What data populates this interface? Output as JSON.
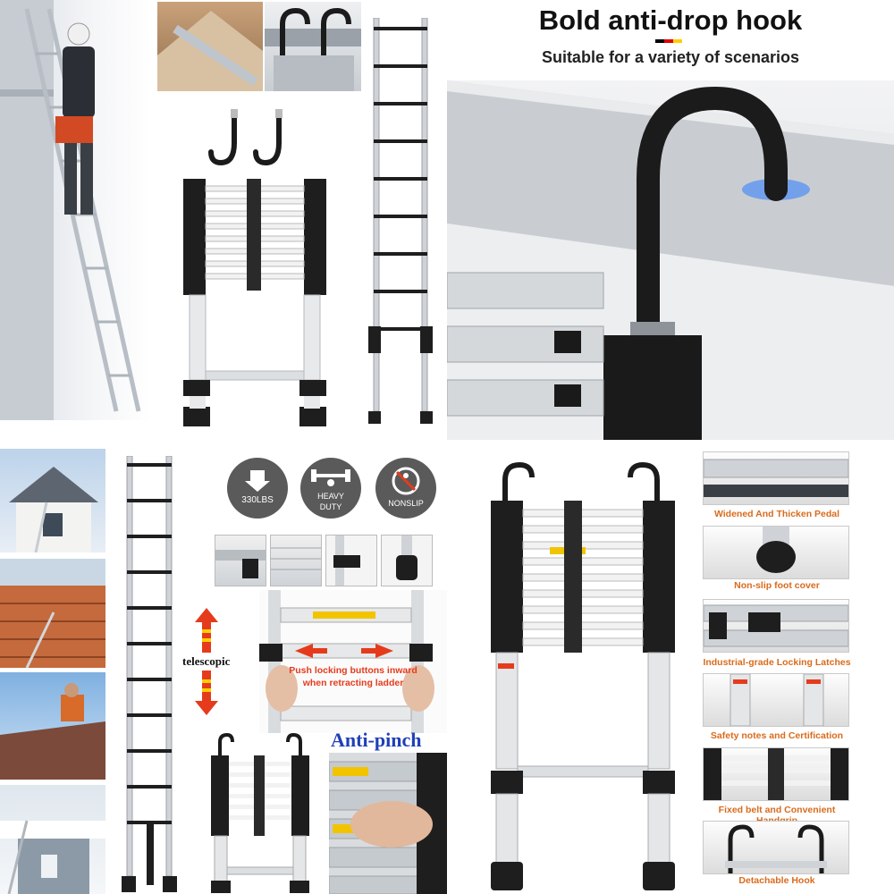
{
  "banner": {
    "title": "Bold anti-drop hook",
    "subtitle": "Suitable for a variety of scenarios"
  },
  "badges": {
    "weight": "330LBS",
    "heavy_line1": "HEAVY",
    "heavy_line2": "DUTY",
    "nonslip": "NONSLIP"
  },
  "telescopic_label": "telescopic",
  "push_note": {
    "line1": "Push locking buttons inward",
    "line2": "when retracting ladder"
  },
  "anti_pinch_label": "Anti-pinch",
  "features": [
    "Widened And Thicken Pedal",
    "Non-slip foot cover",
    "Industrial-grade Locking Latches",
    "Safety notes and Certification",
    "Fixed belt and Convenient Handgrip",
    "Detachable Hook"
  ],
  "colors": {
    "accent_orange": "#d96b1c",
    "badge_gray": "#5a5a5a",
    "arrow_red": "#e53b1c"
  }
}
